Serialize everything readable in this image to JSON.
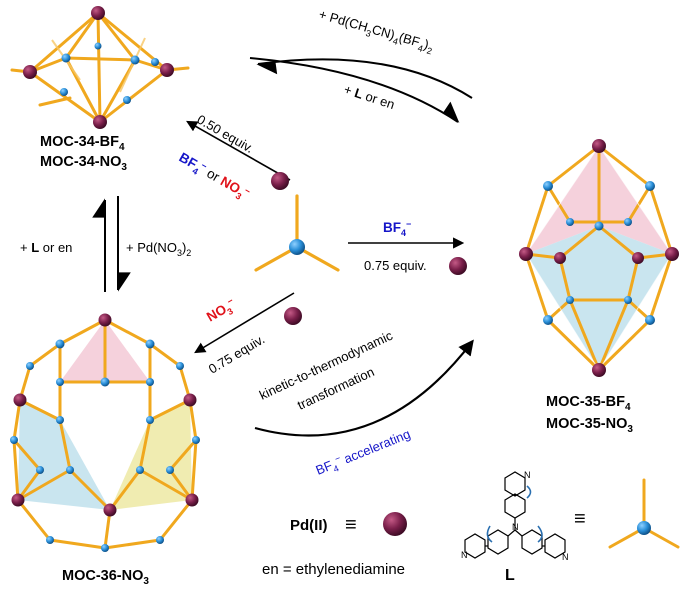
{
  "labels": {
    "moc34_line1_main": "MOC-34-BF",
    "moc34_line1_sub": "4",
    "moc34_line2": "MOC-34-NO",
    "moc34_line2_sub": "3",
    "moc35_line1_main": "MOC-35-BF",
    "moc35_line1_sub": "4",
    "moc35_line2_main": "MOC-35-NO",
    "moc35_line2_sub": "3",
    "moc36_main": "MOC-36-NO",
    "moc36_sub": "3"
  },
  "arrows": {
    "top_forward_a": "+ Pd(CH",
    "top_forward_b": "3",
    "top_forward_c": "CN)",
    "top_forward_d": "4",
    "top_forward_e": "(BF",
    "top_forward_f": "4",
    "top_forward_g": ")",
    "top_forward_h": "2",
    "top_reverse_plus": "+ ",
    "top_reverse_L": "L",
    "top_reverse_rest": " or en",
    "left_reverse_plus": "+ ",
    "left_reverse_L": "L",
    "left_reverse_rest": " or en",
    "left_forward_a": "+ Pd(NO",
    "left_forward_b": "3",
    "left_forward_c": ")",
    "left_forward_d": "2",
    "diag_up_equiv": "0.50 equiv.",
    "diag_up_bf4": "BF",
    "diag_up_bf4_sub": "4",
    "diag_up_sup": "−",
    "diag_up_or": " or ",
    "diag_up_no3": "NO",
    "diag_up_no3_sub": "3",
    "diag_up_no3_sup": "−",
    "right_anion": "BF",
    "right_anion_sub": "4",
    "right_anion_sup": "−",
    "right_equiv": "0.75 equiv.",
    "down_anion": "NO",
    "down_anion_sub": "3",
    "down_anion_sup": "−",
    "down_equiv": "0.75 equiv.",
    "kt_line1": "kinetic-to-thermodynamic",
    "kt_line2": "transformation",
    "acc_bf4": "BF",
    "acc_bf4_sub": "4",
    "acc_sup": "−",
    "acc_rest": " accelerating"
  },
  "legend": {
    "pd_label": "Pd(II)",
    "equiv_symbol": "≡",
    "en_def": "en = ethylenediamine",
    "ligand_label": "L",
    "ligand_equiv": "≡",
    "pyridine_n": "N"
  },
  "colors": {
    "pd_sphere": "#7a1f4a",
    "node_blue": "#2a8fd8",
    "strut": "#f0a81e",
    "face_pink": "#f3c9d6",
    "face_blue": "#bfe0ec",
    "face_yellow": "#eeeaa8",
    "label_blue": "#1515c8",
    "label_red": "#e0121a"
  }
}
